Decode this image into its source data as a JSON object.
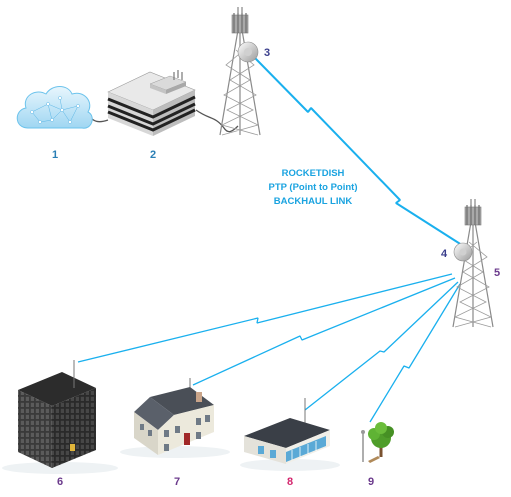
{
  "link_label": {
    "line1": "ROCKETDISH",
    "line2": "PTP (Point to Point)",
    "line3": "BACKHAUL LINK"
  },
  "numbers": {
    "n1": "1",
    "n2": "2",
    "n3": "3",
    "n4": "4",
    "n5": "5",
    "n6": "6",
    "n7": "7",
    "n8": "8",
    "n9": "9"
  },
  "colors": {
    "link": "#1ab0ee",
    "blue_number": "#2a7fb5",
    "purple_number": "#6b3a8c",
    "pink_number": "#d4266e"
  },
  "icons": [
    "cloud-icon",
    "server-building-icon",
    "tower-icon",
    "tower-icon",
    "office-tower-icon",
    "house-icon",
    "store-icon",
    "tree-icon"
  ]
}
